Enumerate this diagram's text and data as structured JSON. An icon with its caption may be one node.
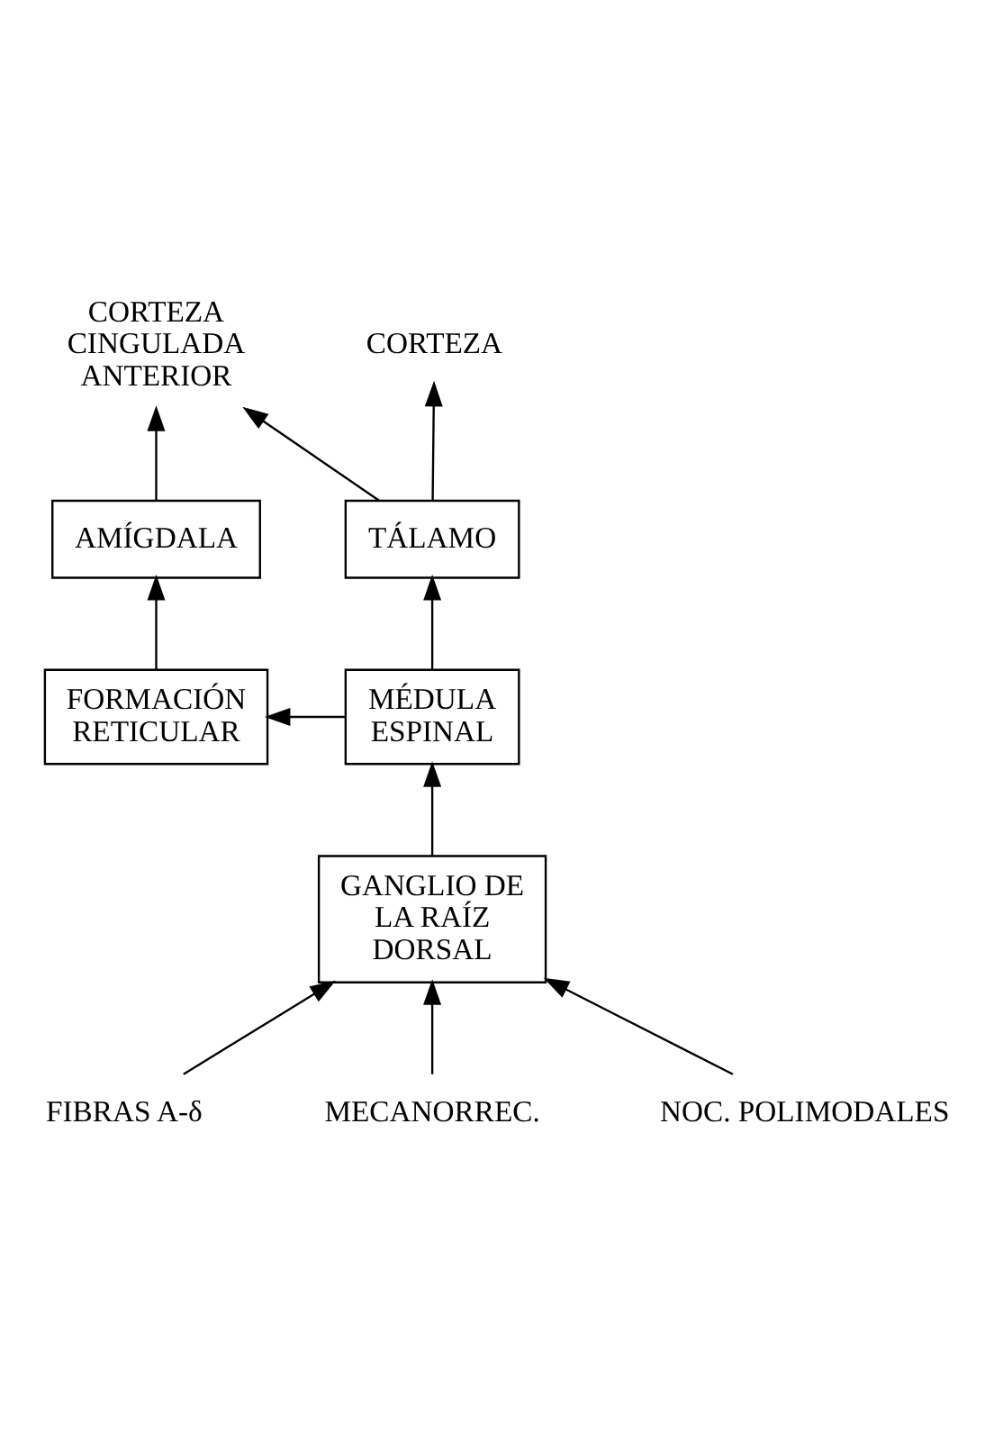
{
  "diagram": {
    "nodes": [
      {
        "text": [
          "CORTEZA"
        ]
      },
      {
        "text": [
          "CORTEZA CINGULADA ANTERIOR"
        ]
      },
      {
        "text": [
          "TÁLAMO"
        ]
      },
      {
        "text": [
          "AMÍGDALA"
        ]
      },
      {
        "text": [
          "MÉDULA ESPINAL"
        ]
      },
      {
        "text": [
          "FORMACIÓN RETICULAR"
        ]
      },
      {
        "text": [
          "GANGLIO DE LA RAÍZ DORSAL"
        ]
      },
      {
        "text": [
          "FIBRAS A-δ"
        ]
      },
      {
        "text": [
          "MECANORREC."
        ]
      },
      {
        "text": [
          "NOC. POLIMODALES"
        ]
      }
    ],
    "edges": [
      {
        "from": 2,
        "to": 0,
        "arrow": "to"
      },
      {
        "from": 2,
        "to": 1,
        "arrow": "to"
      },
      {
        "from": 3,
        "to": 1,
        "arrow": "to"
      },
      {
        "from": 4,
        "to": 2,
        "arrow": "to"
      },
      {
        "from": 4,
        "to": 5,
        "arrow": "to"
      },
      {
        "from": 5,
        "to": 3,
        "arrow": "to"
      },
      {
        "from": 6,
        "to": 4,
        "arrow": "to"
      },
      {
        "from": 7,
        "to": 6,
        "arrow": "to"
      },
      {
        "from": 8,
        "to": 6,
        "arrow": "to"
      },
      {
        "from": 9,
        "to": 6,
        "arrow": "to"
      }
    ]
  }
}
